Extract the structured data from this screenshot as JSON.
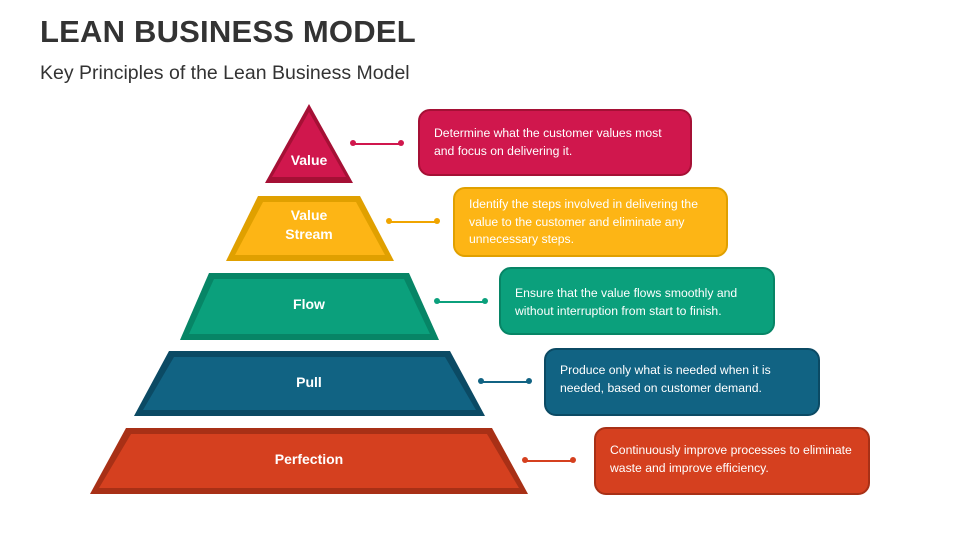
{
  "header": {
    "title": "LEAN BUSINESS MODEL",
    "subtitle": "Key Principles of the Lean Business Model"
  },
  "colors": {
    "value": "#D0174D",
    "value_stream": "#FDB515",
    "flow": "#0BA07C",
    "pull": "#116383",
    "perfection": "#D5401F",
    "text_dark": "#333333"
  },
  "pyramid": {
    "levels": [
      {
        "label_line1": "Value",
        "label_line2": "",
        "description": "Determine what the customer values most and focus on delivering it."
      },
      {
        "label_line1": "Value",
        "label_line2": "Stream",
        "description": "Identify the steps involved in delivering the value to the customer and eliminate any unnecessary steps."
      },
      {
        "label_line1": "Flow",
        "label_line2": "",
        "description": "Ensure that the value flows smoothly and without interruption from start to finish."
      },
      {
        "label_line1": "Pull",
        "label_line2": "",
        "description": "Produce only what is needed when it is needed, based on customer demand."
      },
      {
        "label_line1": "Perfection",
        "label_line2": "",
        "description": "Continuously improve processes to eliminate waste and improve efficiency."
      }
    ]
  }
}
